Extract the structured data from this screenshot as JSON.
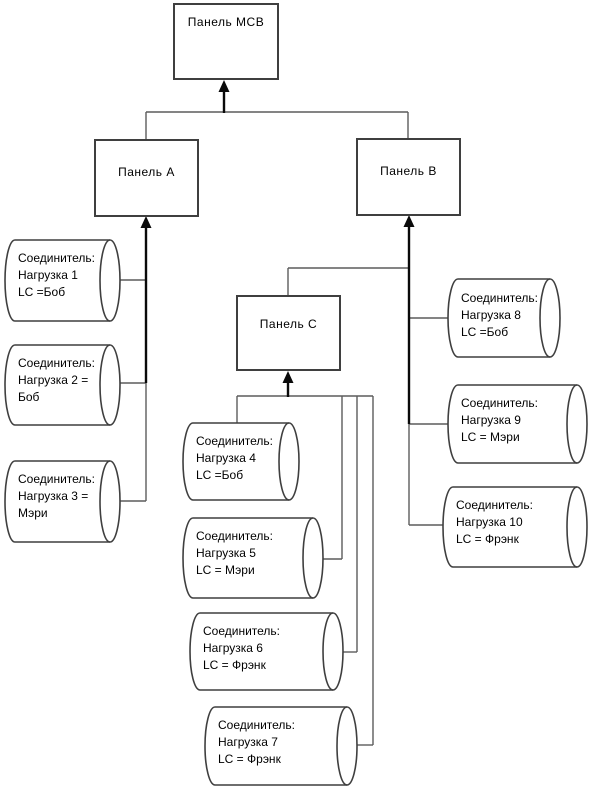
{
  "panels": {
    "mcb": {
      "label": "Панель MCB"
    },
    "a": {
      "label": "Панель A"
    },
    "b": {
      "label": "Панель B"
    },
    "c": {
      "label": "Панель C"
    }
  },
  "connectors": [
    {
      "line1": "Соединитель:",
      "line2": "Нагрузка 1",
      "line3": "LC =Боб"
    },
    {
      "line1": "Соединитель:",
      "line2": "Нагрузка 2 =",
      "line3": "Боб"
    },
    {
      "line1": "Соединитель:",
      "line2": "Нагрузка 3 =",
      "line3": "Мэри"
    },
    {
      "line1": "Соединитель:",
      "line2": "Нагрузка 4",
      "line3": "LC =Боб"
    },
    {
      "line1": "Соединитель:",
      "line2": "Нагрузка 5",
      "line3": "LC = Мэри"
    },
    {
      "line1": "Соединитель:",
      "line2": "Нагрузка 6",
      "line3": "LC = Фрэнк"
    },
    {
      "line1": "Соединитель:",
      "line2": "Нагрузка 7",
      "line3": "LC = Фрэнк"
    },
    {
      "line1": "Соединитель:",
      "line2": "Нагрузка 8",
      "line3": "LC =Боб"
    },
    {
      "line1": "Соединитель:",
      "line2": "Нагрузка 9",
      "line3": "LC = Мэри"
    },
    {
      "line1": "Соединитель:",
      "line2": "Нагрузка 10",
      "line3": "LC = Фрэнк"
    }
  ],
  "colors": {
    "background": "#ffffff",
    "thin_line": "#5c5c5c",
    "arrow_line": "#0a0a0a",
    "shape_border": "#3f3f3f",
    "shape_fill": "#ffffff",
    "text": "#000000"
  }
}
